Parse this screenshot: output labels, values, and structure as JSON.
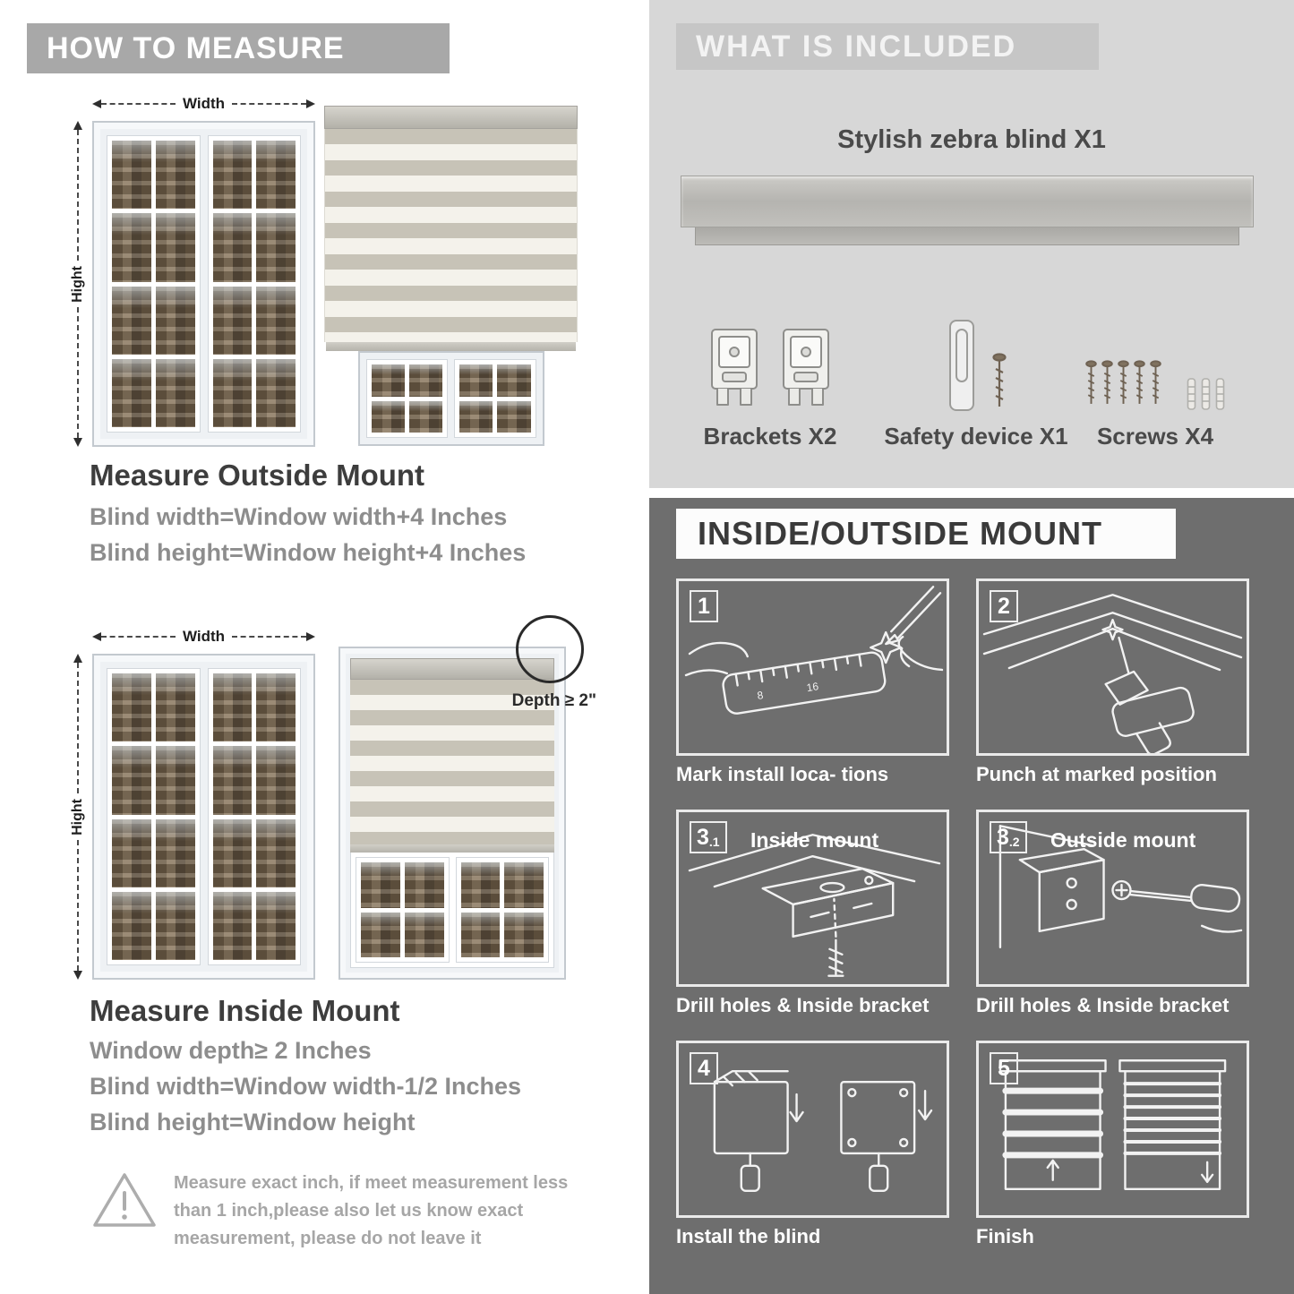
{
  "colors": {
    "banner_gray": "#a8a8a8",
    "included_bg": "#d7d7d7",
    "mount_bg": "#6e6e6e",
    "heading_dark": "#3d3d3d",
    "body_gray": "#8d8d8d"
  },
  "measure": {
    "header": "HOW TO MEASURE",
    "width_label": "Width",
    "height_label": "Hight",
    "depth_label": "Depth ≥ 2\"",
    "outside": {
      "title": "Measure Outside Mount",
      "line1": "Blind width=Window width+4 Inches",
      "line2": "Blind height=Window height+4 Inches"
    },
    "inside": {
      "title": "Measure Inside Mount",
      "line1": "Window depth≥ 2 Inches",
      "line2": "Blind width=Window width-1/2 Inches",
      "line3": "Blind height=Window height"
    },
    "warning": "Measure exact inch, if meet measurement less than 1 inch,please also let us know exact measurement, please do not leave it"
  },
  "included": {
    "header": "WHAT IS INCLUDED",
    "blind_label": "Stylish zebra blind X1",
    "items": [
      {
        "label": "Brackets X2"
      },
      {
        "label": "Safety device X1"
      },
      {
        "label": "Screws X4"
      }
    ]
  },
  "mount": {
    "header": "INSIDE/OUTSIDE MOUNT",
    "steps": [
      {
        "num": "1",
        "sub": "",
        "title": "",
        "caption": "Mark install loca- tions"
      },
      {
        "num": "2",
        "sub": "",
        "title": "",
        "caption": "Punch at  marked position"
      },
      {
        "num": "3",
        "sub": ".1",
        "title": "Inside mount",
        "caption": "Drill holes &  Inside bracket"
      },
      {
        "num": "3",
        "sub": ".2",
        "title": "Outside mount",
        "caption": "Drill holes &  Inside bracket"
      },
      {
        "num": "4",
        "sub": "",
        "title": "",
        "caption": "Install the blind"
      },
      {
        "num": "5",
        "sub": "",
        "title": "",
        "caption": "Finish"
      }
    ]
  }
}
